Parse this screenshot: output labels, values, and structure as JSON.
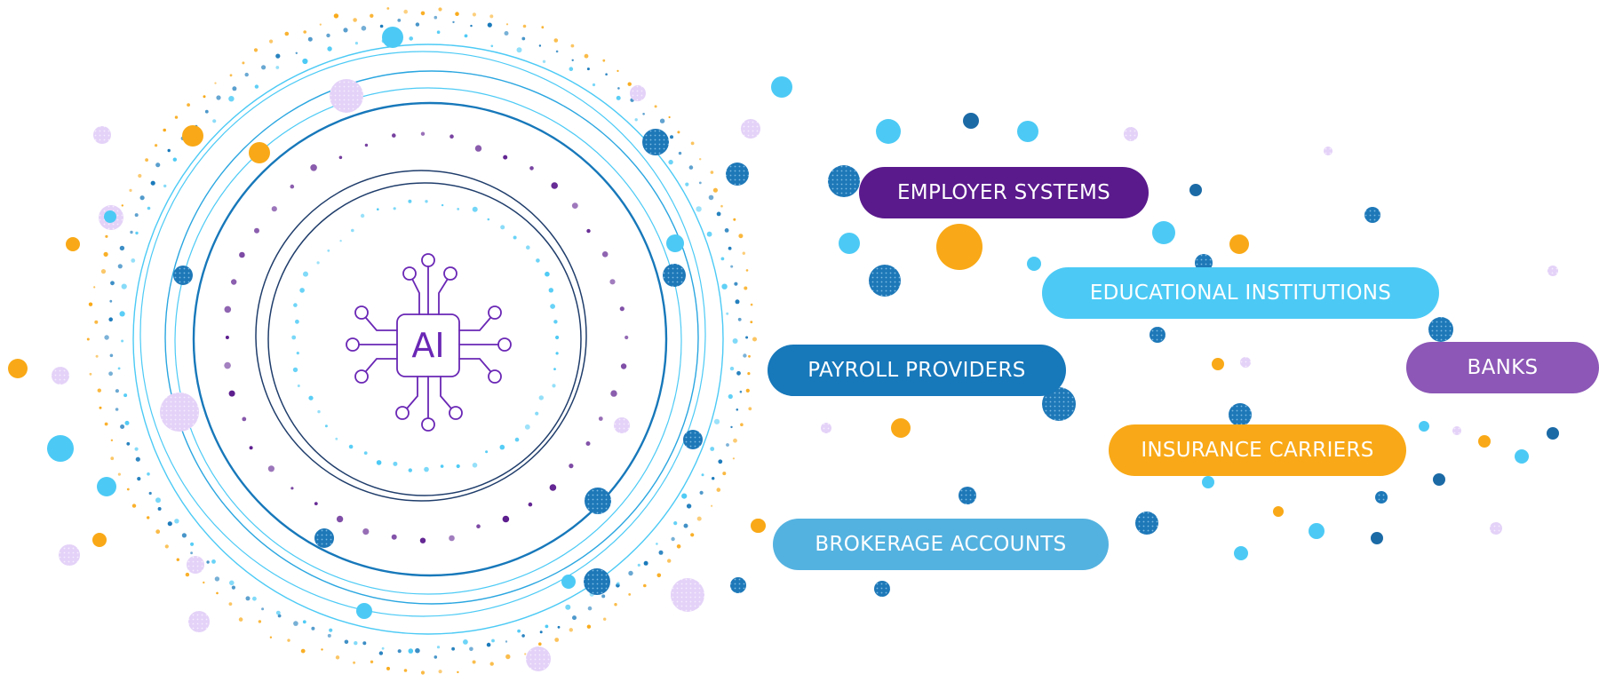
{
  "hub": {
    "label": "AI",
    "icon": "ai-chip-icon"
  },
  "sources": [
    {
      "id": "employer",
      "label": "EMPLOYER SYSTEMS",
      "color": "#5a1a8c"
    },
    {
      "id": "educational",
      "label": "EDUCATIONAL INSTITUTIONS",
      "color": "#4ccaf5"
    },
    {
      "id": "payroll",
      "label": "PAYROLL PROVIDERS",
      "color": "#1778ba"
    },
    {
      "id": "banks",
      "label": "BANKS",
      "color": "#8c57b6"
    },
    {
      "id": "insurance",
      "label": "INSURANCE CARRIERS",
      "color": "#f9a917"
    },
    {
      "id": "brokerage",
      "label": "BROKERAGE ACCOUNTS",
      "color": "#54b2e0"
    }
  ],
  "colors": {
    "ring_light": "#4ccaf5",
    "ring_dark": "#1778ba",
    "ring_navy": "#1f3d6b",
    "purple": "#5a1a8c",
    "orange": "#f9a917",
    "lilac": "#c9a8ef"
  }
}
